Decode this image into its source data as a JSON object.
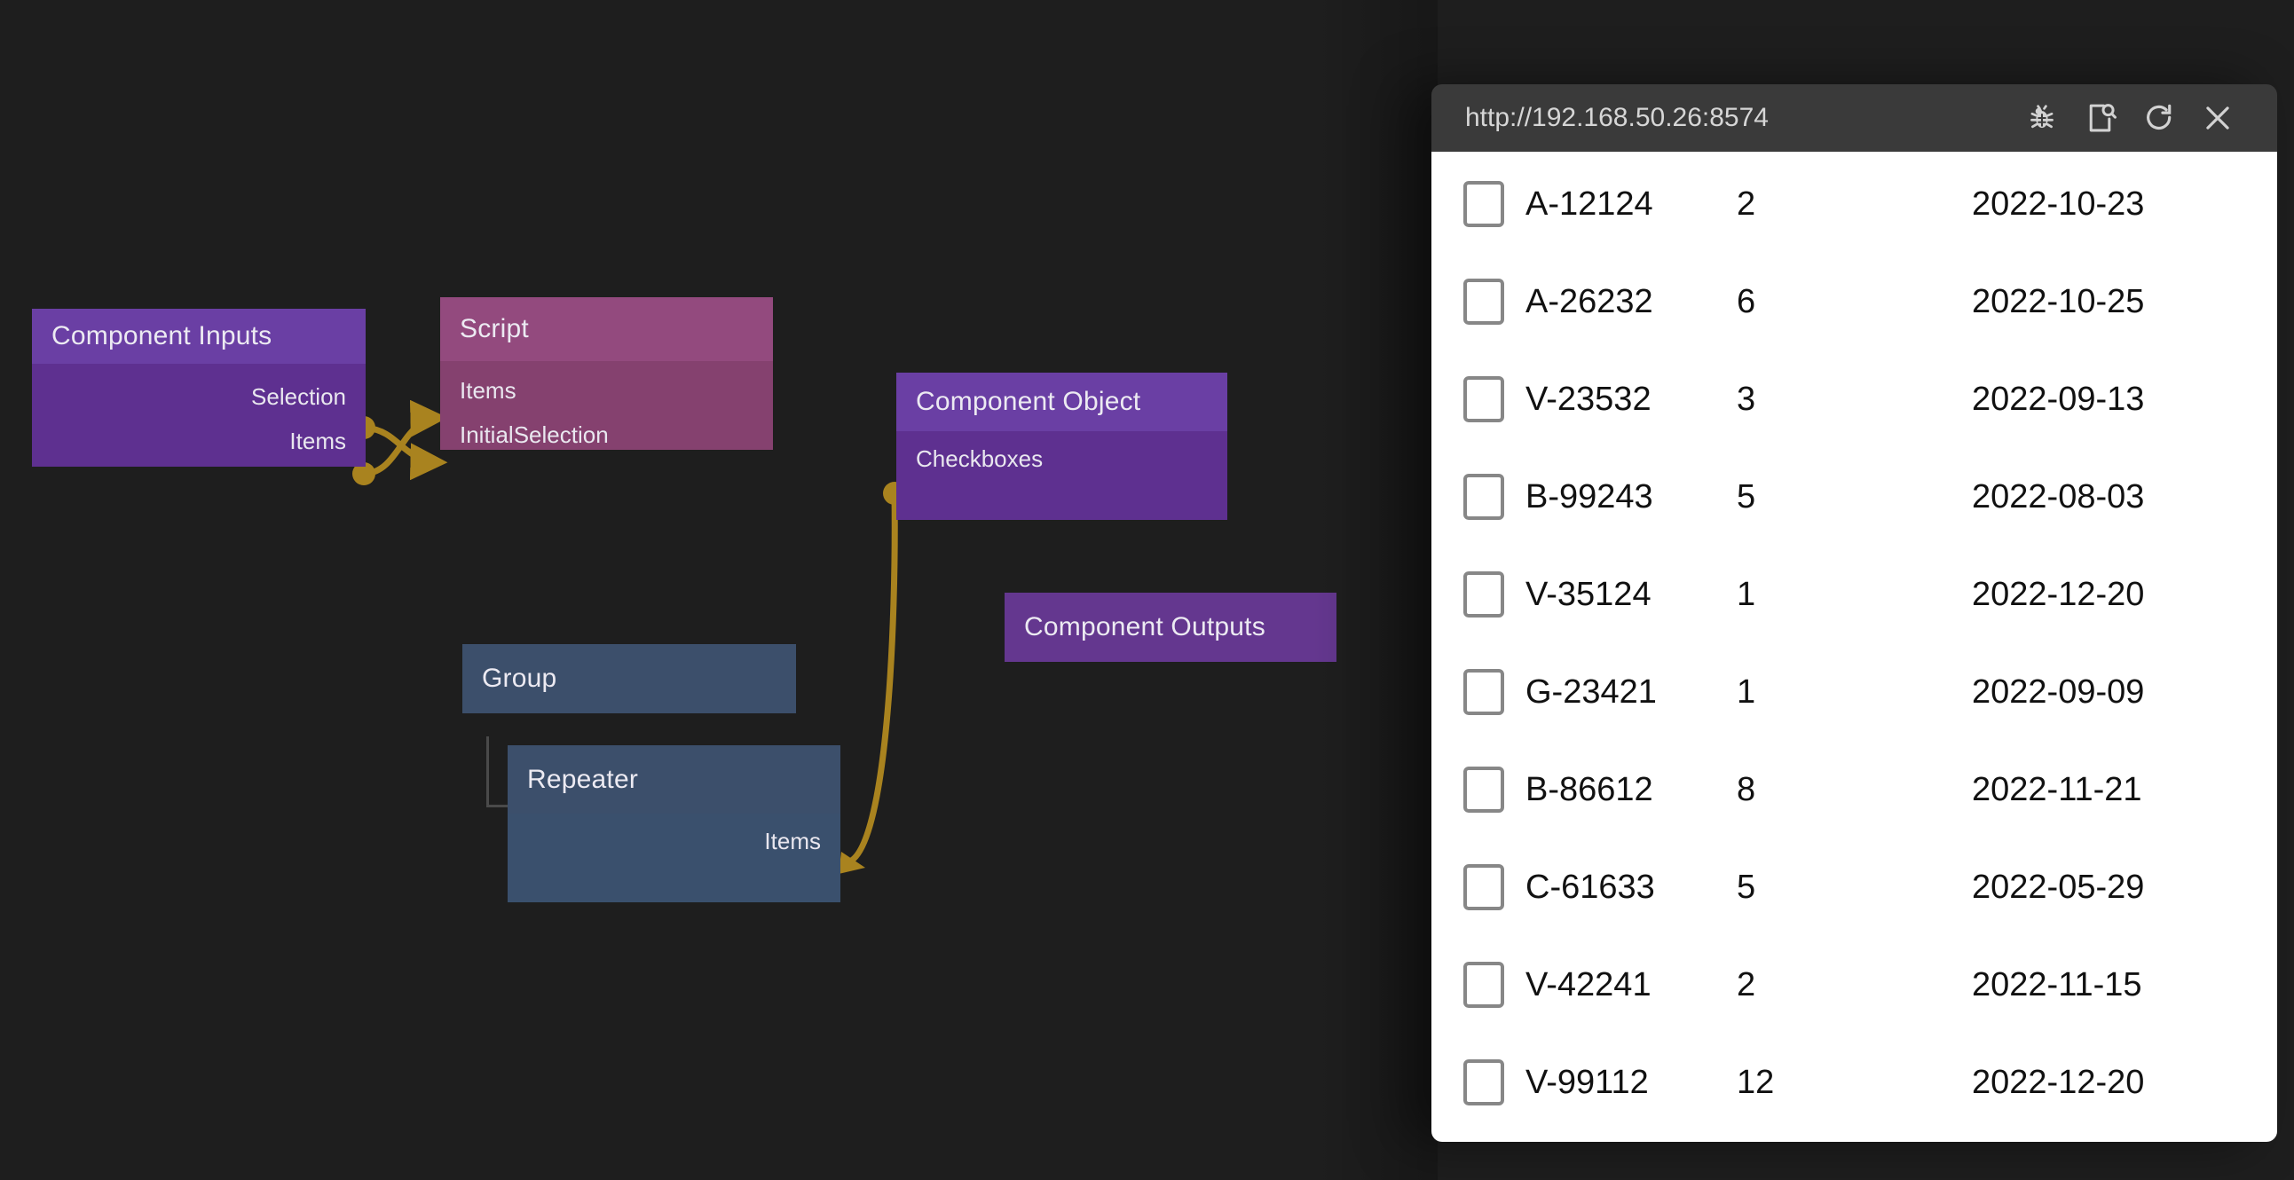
{
  "graph": {
    "nodes": [
      {
        "id": "component-inputs",
        "title": "Component Inputs",
        "kind": "component-inputs",
        "color": "#5e3090",
        "header_color": "#6a3fa4",
        "outputs": [
          "Selection",
          "Items"
        ]
      },
      {
        "id": "script",
        "title": "Script",
        "kind": "script",
        "color": "#85416f",
        "header_color": "#934a7e",
        "inputs": [
          "Items",
          "InitialSelection"
        ]
      },
      {
        "id": "component-object",
        "title": "Component Object",
        "kind": "component-object",
        "color": "#5e3090",
        "header_color": "#6a3fa4",
        "inputs": [
          "Checkboxes"
        ]
      },
      {
        "id": "component-outputs",
        "title": "Component Outputs",
        "kind": "component-outputs",
        "color": "#64378f",
        "header_color": "#64378f"
      },
      {
        "id": "group",
        "title": "Group",
        "kind": "group",
        "color": "#3c4f6b",
        "header_color": "#3c4f6b"
      },
      {
        "id": "repeater",
        "title": "Repeater",
        "kind": "repeater",
        "color": "#3a506d",
        "header_color": "#3c4f6b",
        "outputs": [
          "Items"
        ]
      }
    ],
    "links": [
      {
        "from": "component-inputs.Selection",
        "to": "script.InitialSelection"
      },
      {
        "from": "component-inputs.Items",
        "to": "script.Items"
      },
      {
        "from": "repeater.Items",
        "to": "component-object.Checkboxes"
      }
    ],
    "link_color": "#a9831f",
    "canvas_background": "#1e1e1e"
  },
  "panel": {
    "url": "http://192.168.50.26:8574",
    "icons": [
      {
        "name": "bug-icon",
        "label": "Debug"
      },
      {
        "name": "page-inspect-icon",
        "label": "Inspect"
      },
      {
        "name": "reload-icon",
        "label": "Reload"
      },
      {
        "name": "close-icon",
        "label": "Close"
      }
    ],
    "table": {
      "rows": [
        {
          "checked": false,
          "id": "A-12124",
          "qty": "2",
          "date": "2022-10-23"
        },
        {
          "checked": false,
          "id": "A-26232",
          "qty": "6",
          "date": "2022-10-25"
        },
        {
          "checked": false,
          "id": "V-23532",
          "qty": "3",
          "date": "2022-09-13"
        },
        {
          "checked": false,
          "id": "B-99243",
          "qty": "5",
          "date": "2022-08-03"
        },
        {
          "checked": false,
          "id": "V-35124",
          "qty": "1",
          "date": "2022-12-20"
        },
        {
          "checked": false,
          "id": "G-23421",
          "qty": "1",
          "date": "2022-09-09"
        },
        {
          "checked": false,
          "id": "B-86612",
          "qty": "8",
          "date": "2022-11-21"
        },
        {
          "checked": false,
          "id": "C-61633",
          "qty": "5",
          "date": "2022-05-29"
        },
        {
          "checked": false,
          "id": "V-42241",
          "qty": "2",
          "date": "2022-11-15"
        },
        {
          "checked": false,
          "id": "V-99112",
          "qty": "12",
          "date": "2022-12-20"
        }
      ]
    }
  }
}
